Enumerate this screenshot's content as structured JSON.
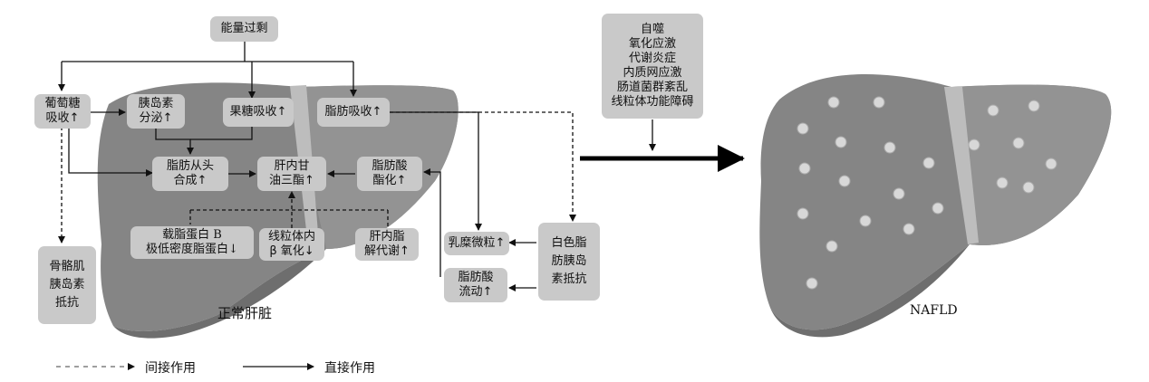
{
  "nodes": {
    "energy": "能量过剩",
    "glucose": "葡萄糖\n吸收↑",
    "insulin_secretion": "胰岛素\n分泌↑",
    "fructose": "果糖吸收↑",
    "fat_absorption": "脂肪吸收↑",
    "de_novo": "脂肪从头\n合成↑",
    "tg": "肝内甘\n油三酯↑",
    "fa_ester": "脂肪酸\n酯化↑",
    "apob": "载脂蛋白 B\n极低密度脂蛋白↓",
    "beta_ox": "线粒体内\nβ 氧化↓",
    "lipid_metab": "肝内脂\n解代谢↑",
    "chylo": "乳糜微粒↑",
    "wat": "白色脂\n肪胰岛\n素抵抗",
    "fa_flow": "脂肪酸\n流动↑",
    "muscle": "骨骼肌\n胰岛素\n抵抗",
    "mechanisms": "自噬\n氧化应激\n代谢炎症\n内质网应激\n肠道菌群紊乱\n线粒体功能障碍"
  },
  "labels": {
    "normal_liver": "正常肝脏",
    "nafld": "NAFLD"
  },
  "legend": {
    "indirect": "间接作用",
    "direct": "直接作用"
  }
}
